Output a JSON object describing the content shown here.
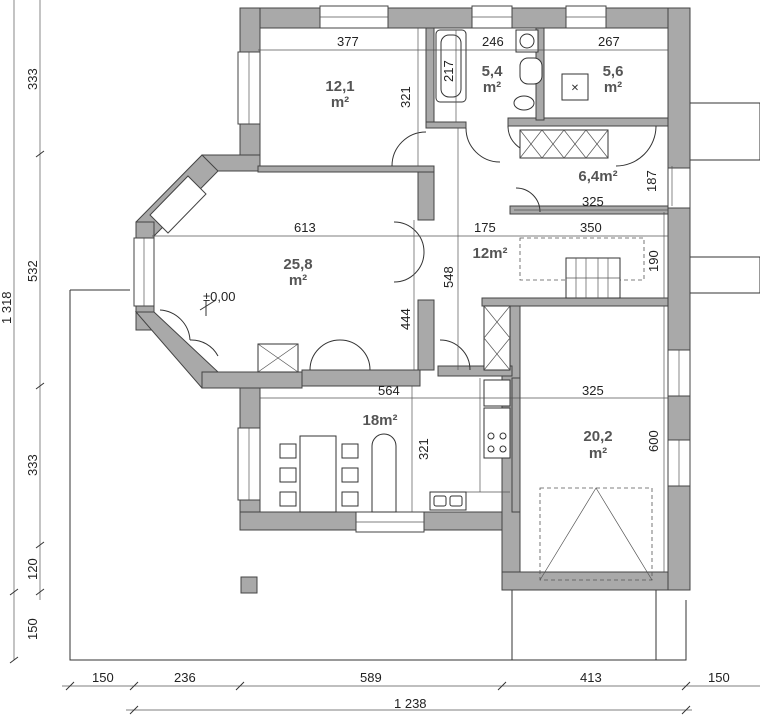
{
  "rooms": {
    "r1_area": "12,1",
    "r1_unit": "m²",
    "r2_area": "5,4",
    "r2_unit": "m²",
    "r3_area": "5,6",
    "r3_unit": "m²",
    "r4_area": "6,4m²",
    "r5_area": "25,8",
    "r5_unit": "m²",
    "r6_area": "12m²",
    "r7_area": "18m²",
    "r8_area": "20,2",
    "r8_unit": "m²",
    "level": "±0,00"
  },
  "dims_inner": {
    "d377": "377",
    "d246": "246",
    "d267": "267",
    "d217": "217",
    "d321a": "321",
    "d187": "187",
    "d325a": "325",
    "d613": "613",
    "d175": "175",
    "d350": "350",
    "d190": "190",
    "d548": "548",
    "d444": "444",
    "d564": "564",
    "d325b": "325",
    "d321b": "321",
    "d600": "600"
  },
  "dims_left": {
    "d333a": "333",
    "d532": "532",
    "d333b": "333",
    "d120": "120",
    "d150": "150",
    "total": "1 318"
  },
  "dims_bottom": {
    "d150a": "150",
    "d236": "236",
    "d589": "589",
    "d413": "413",
    "d150b": "150",
    "total": "1 238"
  }
}
